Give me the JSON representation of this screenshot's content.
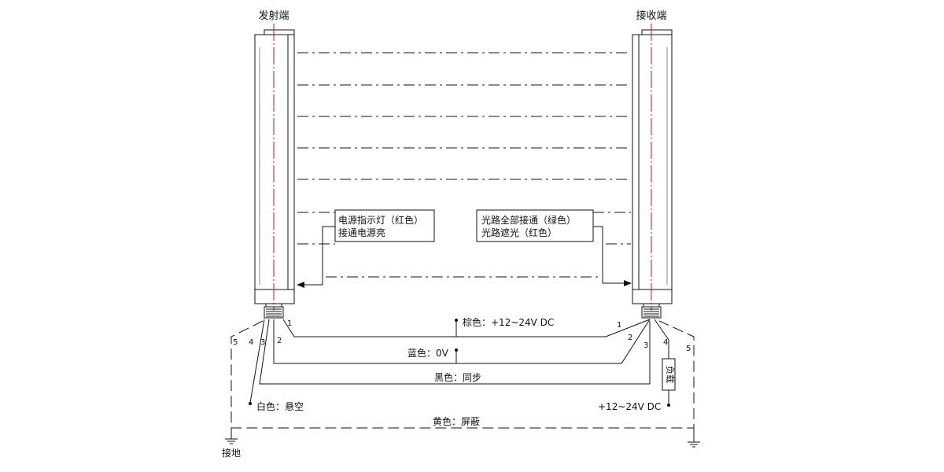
{
  "titles": {
    "emitter": "发射端",
    "receiver": "接收端"
  },
  "notes": {
    "emitter_line1": "电源指示灯（红色）",
    "emitter_line2": "接通电源亮",
    "receiver_line1": "光路全部接通（绿色）",
    "receiver_line2": "光路遮光（红色）"
  },
  "wires": {
    "brown": "棕色：+12~24V  DC",
    "blue": "蓝色：0V",
    "black": "黑色：同步",
    "white": "白色：悬空",
    "yellow": "黄色：屏蔽",
    "supply": "+12~24V  DC",
    "load": "负载",
    "ground": "接地"
  },
  "pins": {
    "e1": "1",
    "e2": "2",
    "e3": "3",
    "e4": "4",
    "e5": "5",
    "r1": "1",
    "r2": "2",
    "r3": "3",
    "r4": "4",
    "r5": "5"
  },
  "colors": {
    "line": "#111111",
    "centerline": "#d0141e"
  }
}
